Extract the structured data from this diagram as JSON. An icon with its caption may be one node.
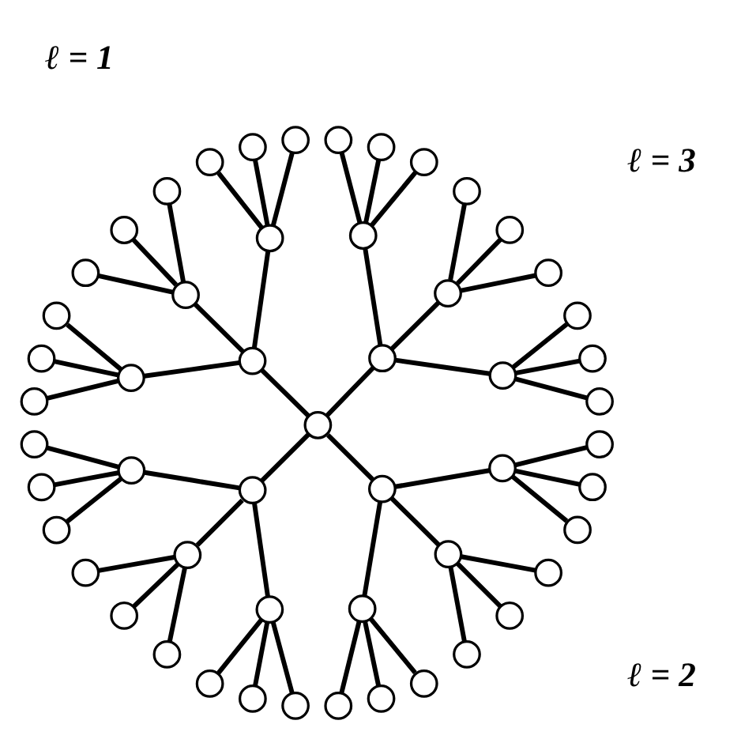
{
  "diagram": {
    "nodes": [
      {
        "text": [],
        "shape": "circle"
      },
      {
        "text": [],
        "shape": "circle"
      },
      {
        "text": [],
        "shape": "circle"
      },
      {
        "text": [],
        "shape": "circle"
      },
      {
        "text": [],
        "shape": "circle"
      },
      {
        "text": [],
        "shape": "circle"
      },
      {
        "text": [],
        "shape": "circle"
      },
      {
        "text": [],
        "shape": "circle"
      },
      {
        "text": [],
        "shape": "circle"
      },
      {
        "text": [],
        "shape": "circle"
      },
      {
        "text": [],
        "shape": "circle"
      },
      {
        "text": [],
        "shape": "circle"
      },
      {
        "text": [],
        "shape": "circle"
      },
      {
        "text": [],
        "shape": "circle"
      },
      {
        "text": [],
        "shape": "circle"
      },
      {
        "text": [],
        "shape": "circle"
      },
      {
        "text": [],
        "shape": "circle"
      },
      {
        "text": [],
        "shape": "circle"
      },
      {
        "text": [],
        "shape": "circle"
      },
      {
        "text": [],
        "shape": "circle"
      },
      {
        "text": [],
        "shape": "circle"
      },
      {
        "text": [],
        "shape": "circle"
      },
      {
        "text": [],
        "shape": "circle"
      },
      {
        "text": [],
        "shape": "circle"
      },
      {
        "text": [],
        "shape": "circle"
      },
      {
        "text": [],
        "shape": "circle"
      },
      {
        "text": [],
        "shape": "circle"
      },
      {
        "text": [],
        "shape": "circle"
      },
      {
        "text": [],
        "shape": "circle"
      },
      {
        "text": [],
        "shape": "circle"
      },
      {
        "text": [],
        "shape": "circle"
      },
      {
        "text": [],
        "shape": "circle"
      },
      {
        "text": [],
        "shape": "circle"
      },
      {
        "text": [],
        "shape": "circle"
      },
      {
        "text": [],
        "shape": "circle"
      },
      {
        "text": [],
        "shape": "circle"
      },
      {
        "text": [],
        "shape": "circle"
      },
      {
        "text": [],
        "shape": "circle"
      },
      {
        "text": [],
        "shape": "circle"
      },
      {
        "text": [],
        "shape": "circle"
      },
      {
        "text": [],
        "shape": "circle"
      },
      {
        "text": [],
        "shape": "circle"
      },
      {
        "text": [],
        "shape": "circle"
      },
      {
        "text": [],
        "shape": "circle"
      },
      {
        "text": [],
        "shape": "circle"
      },
      {
        "text": [],
        "shape": "circle"
      },
      {
        "text": [],
        "shape": "circle"
      },
      {
        "text": [],
        "shape": "circle"
      },
      {
        "text": [],
        "shape": "circle"
      },
      {
        "text": [],
        "shape": "circle"
      },
      {
        "text": [],
        "shape": "circle"
      },
      {
        "text": [],
        "shape": "circle"
      },
      {
        "text": [],
        "shape": "circle"
      }
    ],
    "edges": [
      {
        "from": 0,
        "to": 1,
        "arrow": "none"
      },
      {
        "from": 0,
        "to": 2,
        "arrow": "none"
      },
      {
        "from": 0,
        "to": 3,
        "arrow": "none"
      },
      {
        "from": 0,
        "to": 4,
        "arrow": "none"
      },
      {
        "from": 1,
        "to": 5,
        "arrow": "none"
      },
      {
        "from": 1,
        "to": 6,
        "arrow": "none"
      },
      {
        "from": 1,
        "to": 7,
        "arrow": "none"
      },
      {
        "from": 2,
        "to": 8,
        "arrow": "none"
      },
      {
        "from": 2,
        "to": 9,
        "arrow": "none"
      },
      {
        "from": 2,
        "to": 10,
        "arrow": "none"
      },
      {
        "from": 3,
        "to": 11,
        "arrow": "none"
      },
      {
        "from": 3,
        "to": 12,
        "arrow": "none"
      },
      {
        "from": 3,
        "to": 13,
        "arrow": "none"
      },
      {
        "from": 4,
        "to": 14,
        "arrow": "none"
      },
      {
        "from": 4,
        "to": 15,
        "arrow": "none"
      },
      {
        "from": 4,
        "to": 16,
        "arrow": "none"
      },
      {
        "from": 5,
        "to": 17,
        "arrow": "none"
      },
      {
        "from": 5,
        "to": 18,
        "arrow": "none"
      },
      {
        "from": 5,
        "to": 19,
        "arrow": "none"
      },
      {
        "from": 6,
        "to": 20,
        "arrow": "none"
      },
      {
        "from": 6,
        "to": 21,
        "arrow": "none"
      },
      {
        "from": 6,
        "to": 22,
        "arrow": "none"
      },
      {
        "from": 7,
        "to": 23,
        "arrow": "none"
      },
      {
        "from": 7,
        "to": 24,
        "arrow": "none"
      },
      {
        "from": 7,
        "to": 25,
        "arrow": "none"
      },
      {
        "from": 8,
        "to": 26,
        "arrow": "none"
      },
      {
        "from": 8,
        "to": 27,
        "arrow": "none"
      },
      {
        "from": 8,
        "to": 28,
        "arrow": "none"
      },
      {
        "from": 9,
        "to": 29,
        "arrow": "none"
      },
      {
        "from": 9,
        "to": 30,
        "arrow": "none"
      },
      {
        "from": 9,
        "to": 31,
        "arrow": "none"
      },
      {
        "from": 10,
        "to": 32,
        "arrow": "none"
      },
      {
        "from": 10,
        "to": 33,
        "arrow": "none"
      },
      {
        "from": 10,
        "to": 34,
        "arrow": "none"
      },
      {
        "from": 11,
        "to": 35,
        "arrow": "none"
      },
      {
        "from": 11,
        "to": 36,
        "arrow": "none"
      },
      {
        "from": 11,
        "to": 37,
        "arrow": "none"
      },
      {
        "from": 12,
        "to": 38,
        "arrow": "none"
      },
      {
        "from": 12,
        "to": 39,
        "arrow": "none"
      },
      {
        "from": 12,
        "to": 40,
        "arrow": "none"
      },
      {
        "from": 13,
        "to": 41,
        "arrow": "none"
      },
      {
        "from": 13,
        "to": 42,
        "arrow": "none"
      },
      {
        "from": 13,
        "to": 43,
        "arrow": "none"
      },
      {
        "from": 14,
        "to": 44,
        "arrow": "none"
      },
      {
        "from": 14,
        "to": 45,
        "arrow": "none"
      },
      {
        "from": 14,
        "to": 46,
        "arrow": "none"
      },
      {
        "from": 15,
        "to": 47,
        "arrow": "none"
      },
      {
        "from": 15,
        "to": 48,
        "arrow": "none"
      },
      {
        "from": 15,
        "to": 49,
        "arrow": "none"
      },
      {
        "from": 16,
        "to": 50,
        "arrow": "none"
      },
      {
        "from": 16,
        "to": 51,
        "arrow": "none"
      },
      {
        "from": 16,
        "to": 52,
        "arrow": "none"
      }
    ],
    "labels": [
      "ℓ = 3",
      "ℓ = 2",
      "ℓ = 1"
    ]
  }
}
